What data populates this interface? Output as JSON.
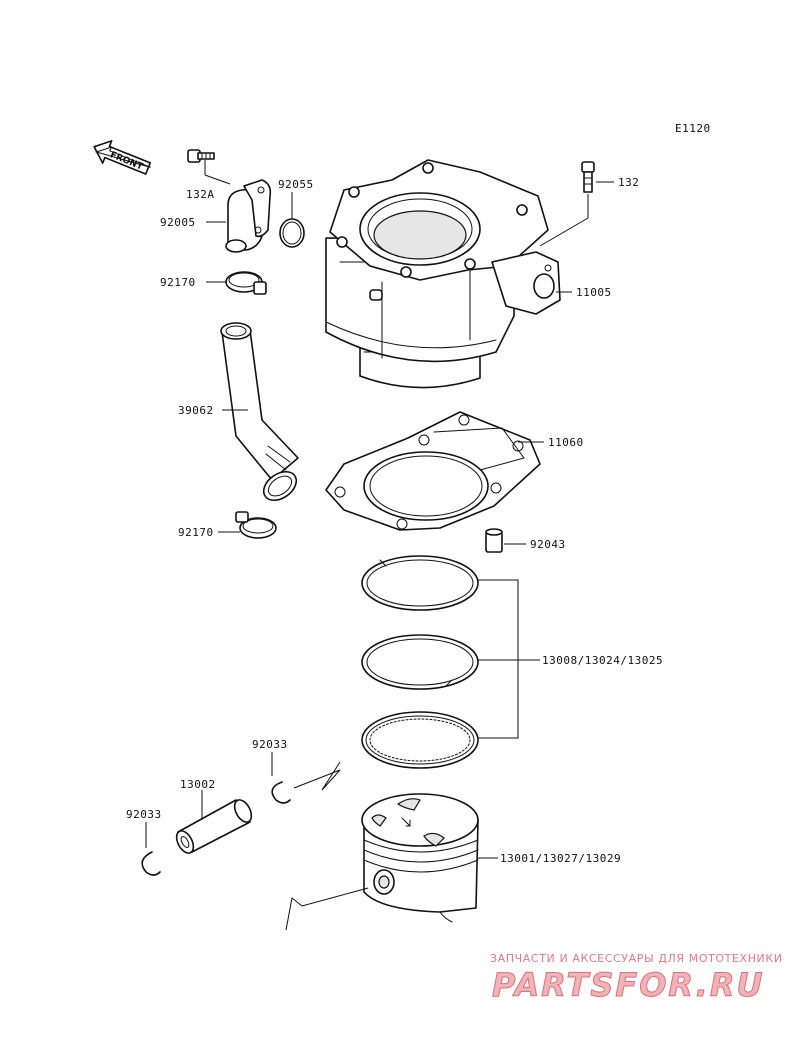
{
  "diagram": {
    "code": "E1120",
    "front_label": "FRONT",
    "labels": {
      "p132": "132",
      "p132a": "132A",
      "p92055": "92055",
      "p92005": "92005",
      "p92170_top": "92170",
      "p11005": "11005",
      "p39062": "39062",
      "p11060": "11060",
      "p92170_bottom": "92170",
      "p92043": "92043",
      "p13008": "13008/13024/13025",
      "p92033_right": "92033",
      "p13002": "13002",
      "p92033_left": "92033",
      "p13001": "13001/13027/13029"
    }
  },
  "watermark": {
    "subtitle": "ЗАПЧАСТИ И АКСЕССУАРЫ ДЛЯ МОТОТЕХНИКИ",
    "brand": "PARTSFOR.RU"
  }
}
